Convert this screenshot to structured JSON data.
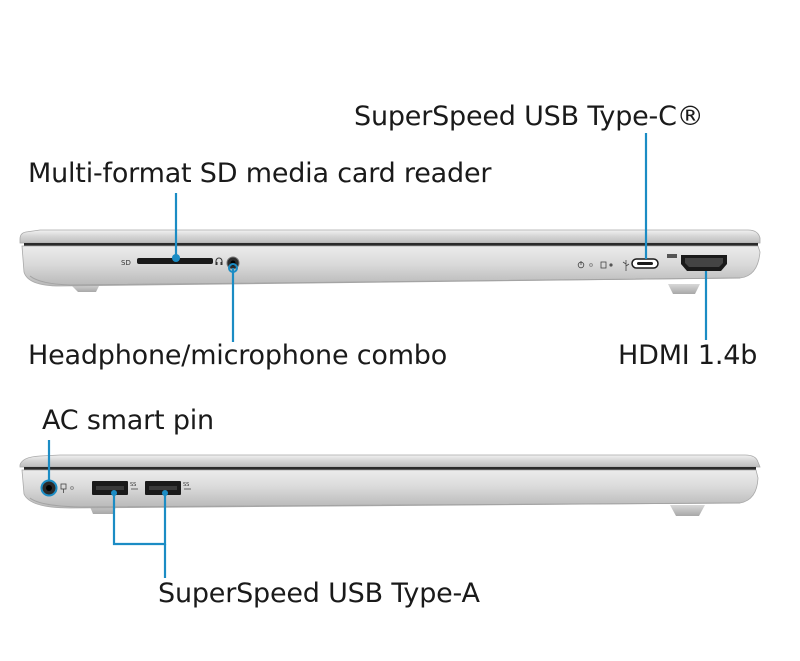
{
  "labels": {
    "usb_c": "SuperSpeed USB Type-C®",
    "sd_reader": "Multi-format SD media card reader",
    "headphone": "Headphone/microphone combo",
    "hdmi": "HDMI 1.4b",
    "ac_pin": "AC smart pin",
    "usb_a": "SuperSpeed USB Type-A"
  },
  "port_marks": {
    "sd": "SD"
  },
  "colors": {
    "leader": "#1b8cc4",
    "chassis_light": "#e6e6e6",
    "chassis_mid": "#cfcfcf",
    "chassis_dark": "#9a9a9a",
    "port_black": "#1a1a1a"
  }
}
